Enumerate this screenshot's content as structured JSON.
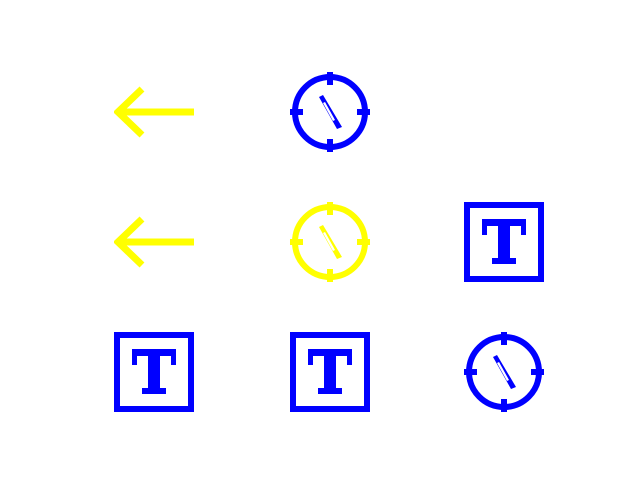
{
  "colors": {
    "yellow": "#ffff00",
    "blue": "#0000ff",
    "background": "#ffffff"
  },
  "grid": [
    {
      "row": 0,
      "col": 0,
      "icon": "arrow-left-icon",
      "color": "#ffff00"
    },
    {
      "row": 0,
      "col": 1,
      "icon": "compass-icon",
      "color": "#0000ff"
    },
    {
      "row": 1,
      "col": 0,
      "icon": "arrow-left-icon",
      "color": "#ffff00"
    },
    {
      "row": 1,
      "col": 1,
      "icon": "compass-icon",
      "color": "#ffff00"
    },
    {
      "row": 1,
      "col": 2,
      "icon": "text-box-icon",
      "color": "#0000ff"
    },
    {
      "row": 2,
      "col": 0,
      "icon": "text-box-icon",
      "color": "#0000ff"
    },
    {
      "row": 2,
      "col": 1,
      "icon": "text-box-icon",
      "color": "#0000ff"
    },
    {
      "row": 2,
      "col": 2,
      "icon": "compass-icon",
      "color": "#0000ff"
    }
  ]
}
